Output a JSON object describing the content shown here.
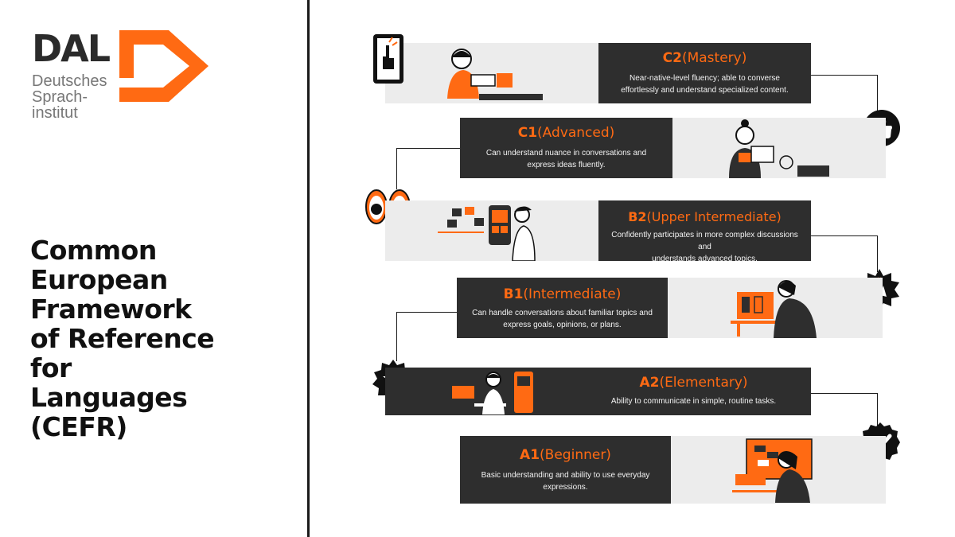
{
  "logo": {
    "word": "DAL",
    "line1": "Deutsches",
    "line2": "Sprach-",
    "line3": "institut",
    "accent": "#ff6a13"
  },
  "title": {
    "lines": [
      "Common",
      "European",
      "Framework",
      "of Reference",
      "for",
      "Languages",
      "(CEFR)"
    ]
  },
  "colors": {
    "accent": "#ff6a13",
    "dark": "#2e2e2e",
    "light": "#ececec"
  },
  "levels": [
    {
      "code": "C2",
      "name": "(Mastery)",
      "desc_1": "Near-native-level fluency; able to converse",
      "desc_2": "effortlessly and understand specialized content.",
      "badge_icon": "hand-pointing-icon",
      "corner_icon": "thumbs-up-icon"
    },
    {
      "code": "C1",
      "name": "(Advanced)",
      "desc_1": "Can understand nuance in conversations and",
      "desc_2": "express ideas fluently.",
      "badge_icon": "eyes-icon"
    },
    {
      "code": "B2",
      "name": "(Upper Intermediate)",
      "desc_1": "Confidently participates in more complex discussions and",
      "desc_2": "understands advanced topics.",
      "badge_icon": "high-five-icon"
    },
    {
      "code": "B1",
      "name": "(Intermediate)",
      "desc_1": "Can handle conversations about familiar topics and",
      "desc_2": "express goals, opinions, or plans.",
      "badge_icon": "star-badge-icon"
    },
    {
      "code": "A2",
      "name": "(Elementary)",
      "desc_1": "Ability to communicate in simple, routine tasks.",
      "desc_2": "",
      "badge_icon": "checkmark-badge-icon"
    },
    {
      "code": "A1",
      "name": "(Beginner)",
      "desc_1": "Basic understanding and ability to use everyday",
      "desc_2": "expressions."
    }
  ]
}
